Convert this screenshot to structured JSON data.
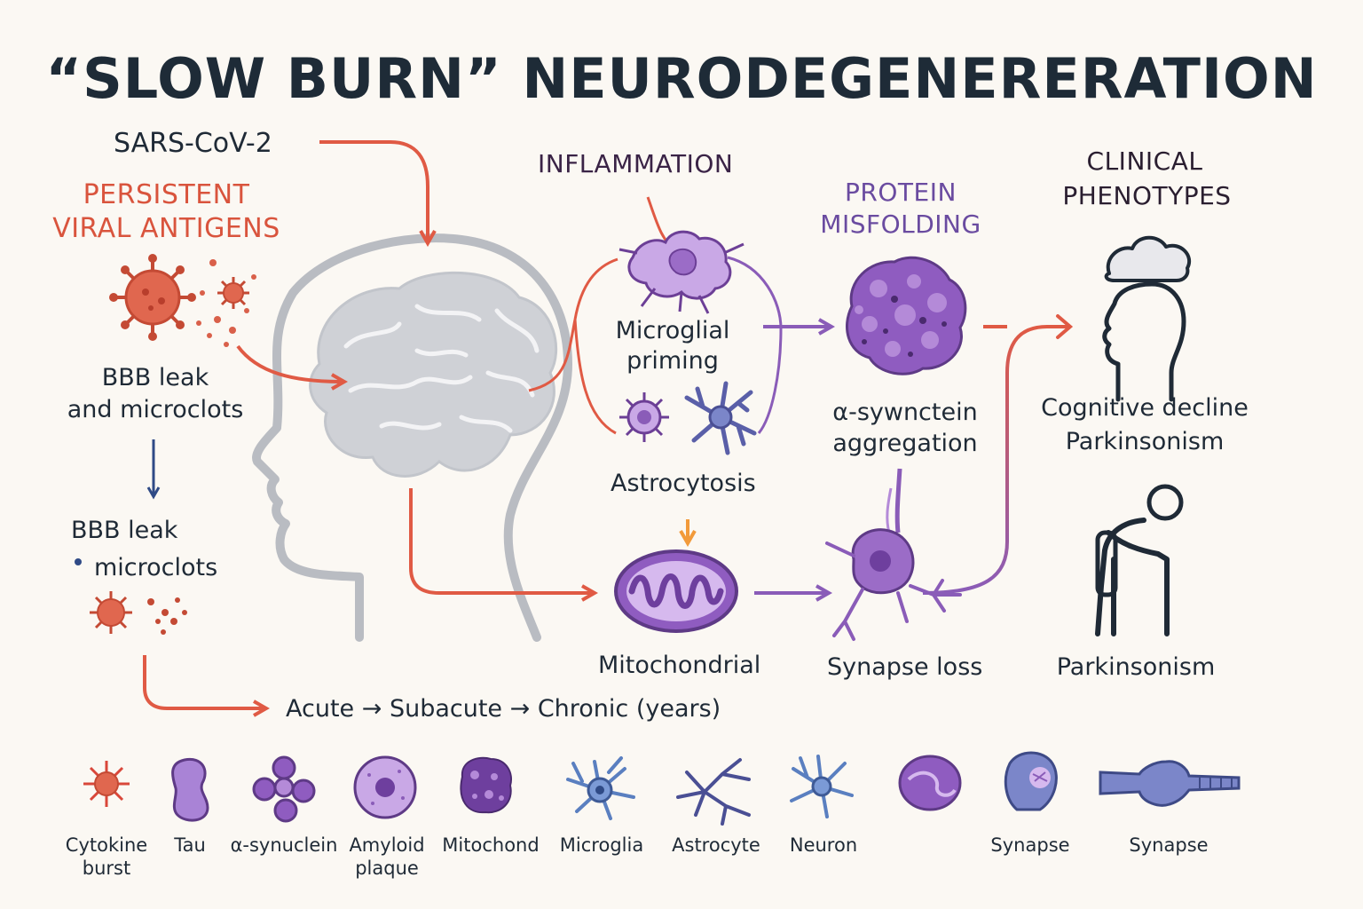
{
  "title": "“SLOW BURN” NEURODEGENERERATION",
  "left": {
    "trigger": "SARS-CoV-2",
    "antigens_line1": "PERSISTENT",
    "antigens_line2": "VIRAL ANTIGENS",
    "bbb_line1": "BBB leak",
    "bbb_line2": "and microclots",
    "bbb2_line1": "BBB leak",
    "bbb2_line2": "microclots"
  },
  "inflammation": {
    "header": "INFLAMMATION",
    "microglial_line1": "Microglial",
    "microglial_line2": "priming",
    "astrocytosis": "Astrocytosis",
    "mitochondrial": "Mitochondrial"
  },
  "protein": {
    "header_line1": "PROTEIN",
    "header_line2": "MISFOLDING",
    "aggregation_line1": "α-sywnctein",
    "aggregation_line2": "aggregation",
    "synapse_loss": "Synapse loss"
  },
  "clinical": {
    "header_line1": "CLINICAL",
    "header_line2": "PHENOTYPES",
    "phenotype_line1": "Cognitive decline",
    "phenotype_line2": "Parkinsonism",
    "parkinsonism": "Parkinsonism"
  },
  "timeline": "Acute → Subacute → Chronic (years)",
  "legend": [
    {
      "line1": "Cytokine",
      "line2": "burst",
      "icon": "cytokine-icon"
    },
    {
      "line1": "Tau",
      "line2": "",
      "icon": "tau-icon"
    },
    {
      "line1": "α-synuclein",
      "line2": "",
      "icon": "synuclein-icon"
    },
    {
      "line1": "Amyloid",
      "line2": "plaque",
      "icon": "amyloid-icon"
    },
    {
      "line1": "Mitochond",
      "line2": "",
      "icon": "mitochondrion-icon"
    },
    {
      "line1": "Microglia",
      "line2": "",
      "icon": "microglia-icon"
    },
    {
      "line1": "Astrocyte",
      "line2": "",
      "icon": "astrocyte-icon"
    },
    {
      "line1": "Neuron",
      "line2": "",
      "icon": "neuron-icon"
    },
    {
      "line1": "",
      "line2": "",
      "icon": "vesicle-icon"
    },
    {
      "line1": "Synapse",
      "line2": "",
      "icon": "synapse-head-icon"
    },
    {
      "line1": "Synapse",
      "line2": "",
      "icon": "synapse-axon-icon"
    }
  ],
  "colors": {
    "red": "#e05a44",
    "purple": "#8a5cb8",
    "navy": "#2f4a86",
    "orange": "#f29a3a",
    "gray": "#b9bcc2",
    "text": "#1f2a36"
  }
}
